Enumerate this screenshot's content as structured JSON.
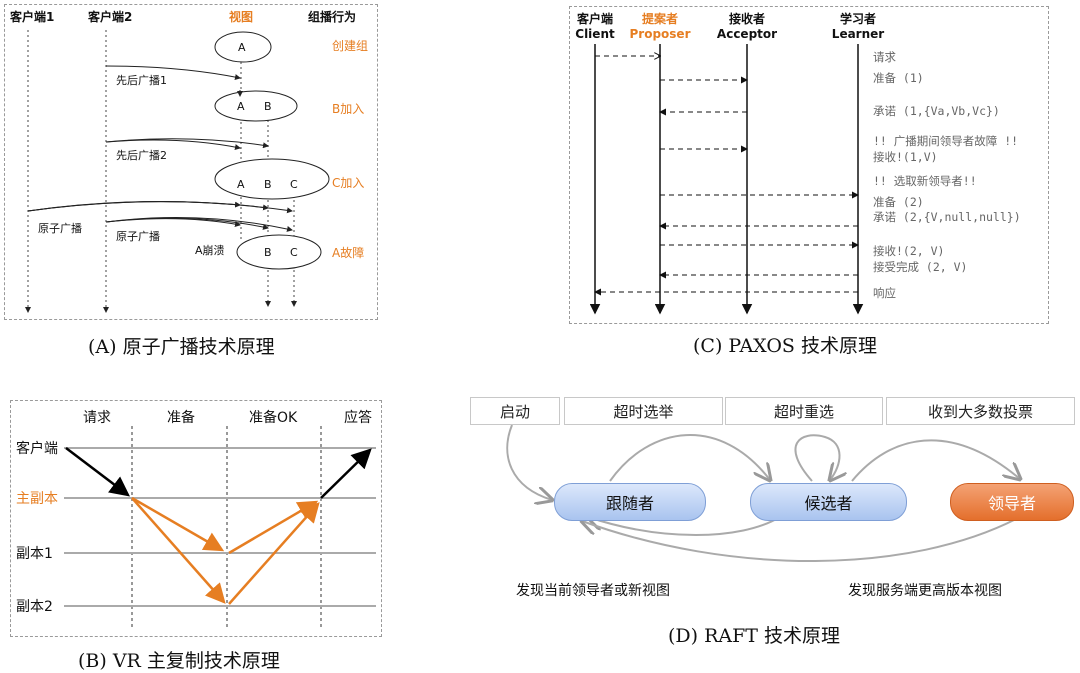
{
  "colors": {
    "accent": "#e67e22",
    "line": "#aaaaaa",
    "text": "#111111"
  },
  "panel_a": {
    "caption": "(A) 原子广播技术原理",
    "client1": "客户端1",
    "client2": "客户端2",
    "view_header": "视图",
    "behavior_header": "组播行为",
    "node_a": "A",
    "node_b": "B",
    "node_c": "C",
    "create_group": "创建组",
    "b_join": "B加入",
    "c_join": "C加入",
    "a_fail": "A故障",
    "broadcast1": "先后广播1",
    "broadcast2": "先后广播2",
    "atomic1": "原子广播",
    "atomic2": "原子广播",
    "a_crash": "A崩溃"
  },
  "panel_b": {
    "caption": "(B) VR 主复制技术原理",
    "phases": [
      "请求",
      "准备",
      "准备OK",
      "应答"
    ],
    "rows": [
      "客户端",
      "主副本",
      "副本1",
      "副本2"
    ]
  },
  "panel_c": {
    "caption": "(C) PAXOS 技术原理",
    "roles": [
      {
        "cn": "客户端",
        "en": "Client"
      },
      {
        "cn": "提案者",
        "en": "Proposer"
      },
      {
        "cn": "接收者",
        "en": "Acceptor"
      },
      {
        "cn": "学习者",
        "en": "Learner"
      }
    ],
    "messages": [
      "请求",
      "准备 (1)",
      "承诺 (1,{Va,Vb,Vc})",
      "!! 广播期间领导者故障 !!",
      "接收!(1,V)",
      "!! 选取新领导者!!",
      "准备 (2)",
      "承诺 (2,{V,null,null})",
      "接收!(2, V)",
      "接受完成 (2, V)",
      "响应"
    ]
  },
  "panel_d": {
    "caption": "(D) RAFT 技术原理",
    "events": [
      "启动",
      "超时选举",
      "超时重选",
      "收到大多数投票"
    ],
    "states": [
      "跟随者",
      "候选者",
      "领导者"
    ],
    "notes": [
      "发现当前领导者或新视图",
      "发现服务端更高版本视图"
    ]
  }
}
